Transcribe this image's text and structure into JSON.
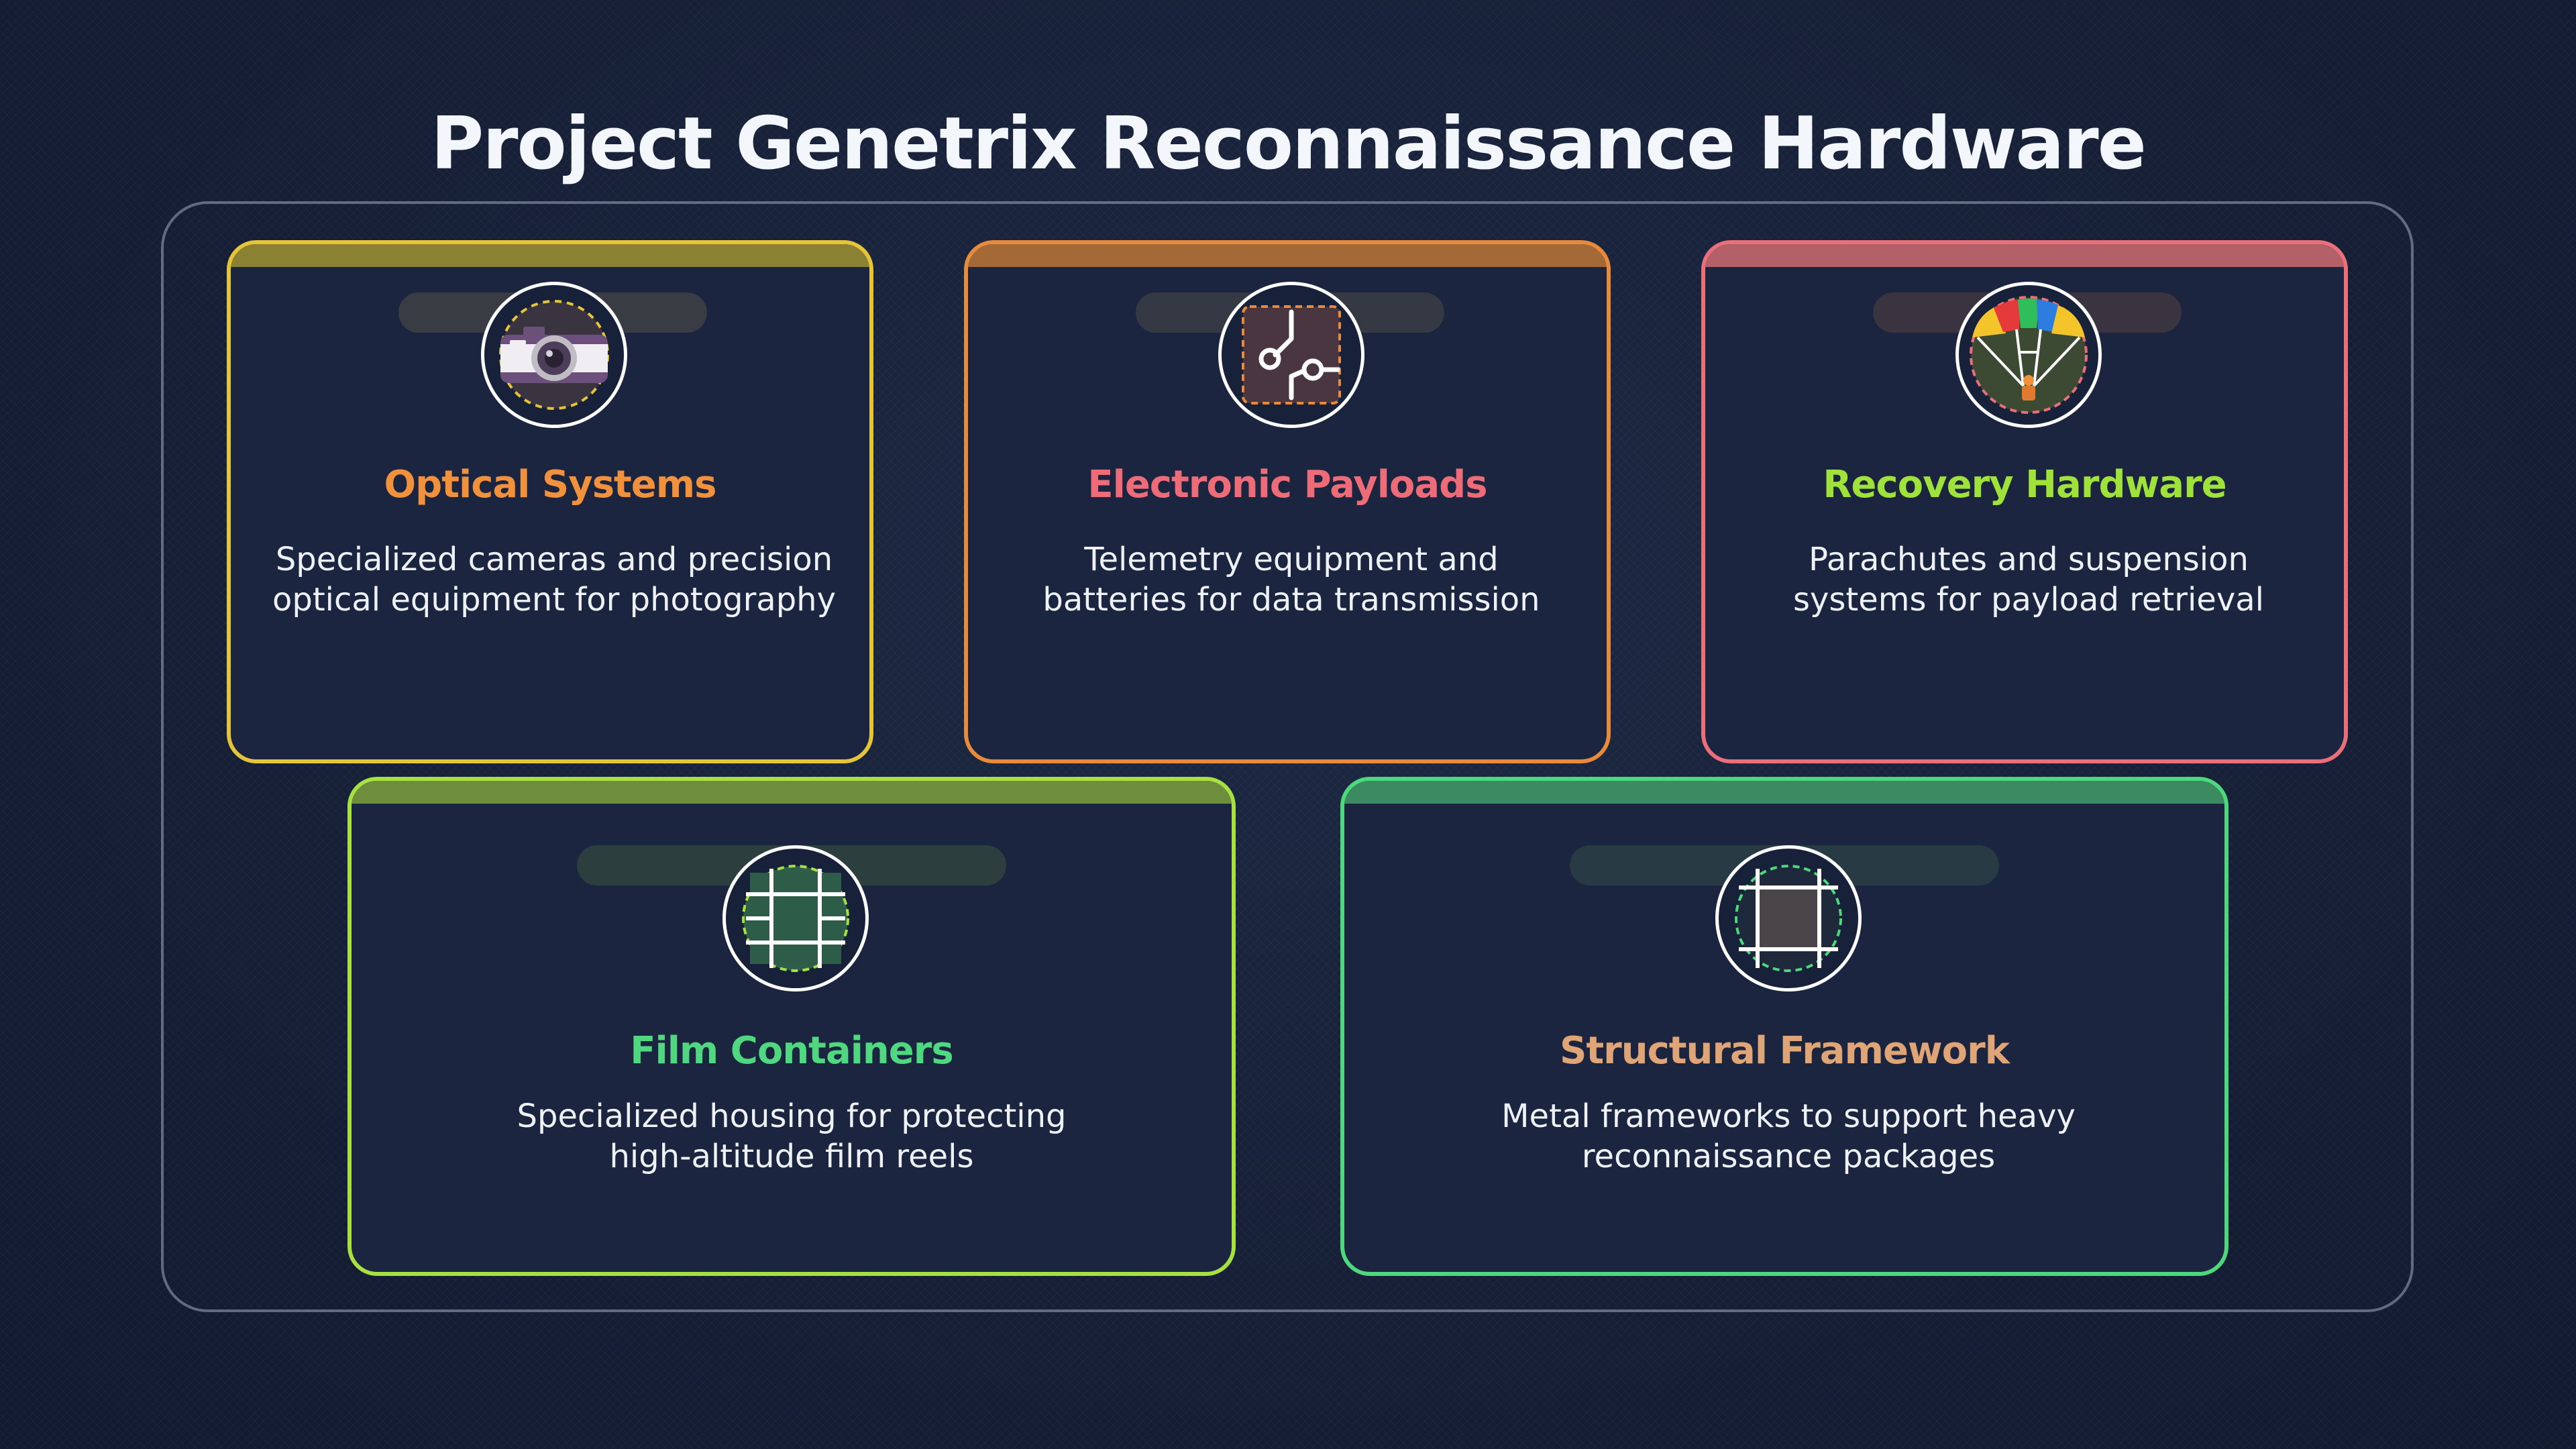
{
  "title": "Project Genetrix Reconnaissance Hardware",
  "colors": {
    "background": "#17213a",
    "card_fill": "#1b2540",
    "optical": "#f2913c",
    "electronic": "#ee6c77",
    "recovery": "#9ee23a",
    "film": "#4fd87f",
    "structural": "#e0a576"
  },
  "cards": [
    {
      "id": "optical",
      "icon": "camera-icon",
      "title": "Optical Systems",
      "description": "Specialized cameras and precision optical equipment for photography"
    },
    {
      "id": "electronic",
      "icon": "circuit-icon",
      "title": "Electronic Payloads",
      "description": "Telemetry equipment and batteries for data transmission"
    },
    {
      "id": "recovery",
      "icon": "parachute-icon",
      "title": "Recovery Hardware",
      "description": "Parachutes and suspension systems for payload retrieval"
    },
    {
      "id": "film",
      "icon": "film-container-icon",
      "title": "Film Containers",
      "description": "Specialized housing for protecting high-altitude film reels"
    },
    {
      "id": "structural",
      "icon": "frame-structure-icon",
      "title": "Structural Framework",
      "description": "Metal frameworks to support heavy reconnaissance packages"
    }
  ]
}
